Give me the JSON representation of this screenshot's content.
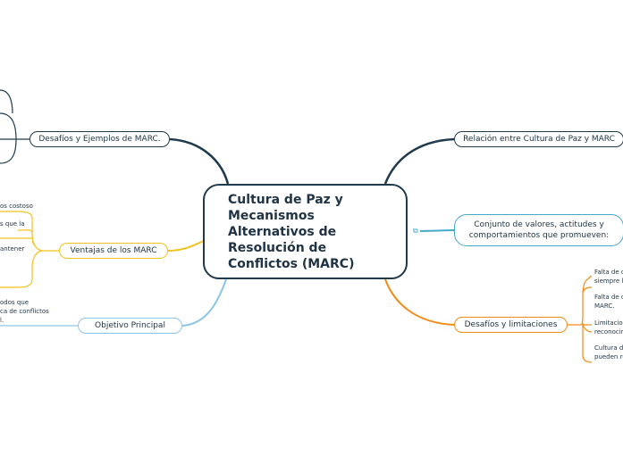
{
  "mindmap": {
    "central": "Cultura de Paz y Mecanismos Alternativos de Resolución de Conflictos (MARC)",
    "branches": {
      "desafios_ejemplos": "Desafíos y Ejemplos de MARC.",
      "ventajas": "Ventajas de los MARC",
      "objetivo": "Objetivo Principal",
      "relacion": "Relación entre Cultura de Paz y MARC",
      "conjunto": "Conjunto de valores, actitudes y comportamientos que promueven:",
      "desafios_limitaciones": "Desafíos y limitaciones"
    },
    "ventajas_leaves": [
      "os costoso",
      "s que la",
      "antener"
    ],
    "objetivo_leaf": [
      "odos que",
      "ca de conflictos",
      "l."
    ],
    "limitaciones_leaves": [
      [
        "Falta de c",
        "siempre l"
      ],
      [
        "Falta de c",
        "MARC."
      ],
      [
        "Limitacio",
        "reconocim"
      ],
      [
        "Cultura d",
        "pueden re"
      ]
    ]
  },
  "colors": {
    "central_border": "#1e3a4c",
    "dark_branch": "#1e3a4c",
    "orange_branch": "#f08c1a",
    "yellow_branch": "#f2c21f",
    "light_blue_branch": "#8cc6e6",
    "teal_branch": "#46a9c9"
  },
  "icons": {
    "link": "external-link-icon"
  }
}
